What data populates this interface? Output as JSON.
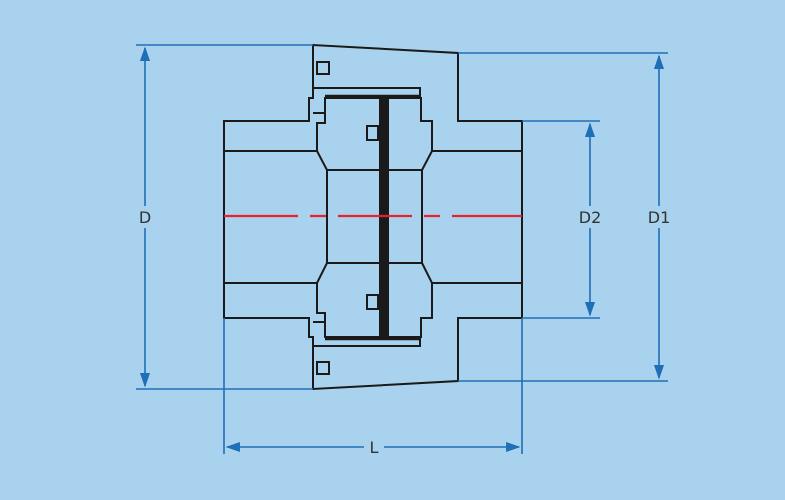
{
  "labels": {
    "D": "D",
    "D1": "D1",
    "D2": "D2",
    "L": "L"
  },
  "colors": {
    "background": "#a9d2ee",
    "outline": "#1a1a1a",
    "dimension": "#1f6fb6",
    "centerline": "#e8222a"
  }
}
